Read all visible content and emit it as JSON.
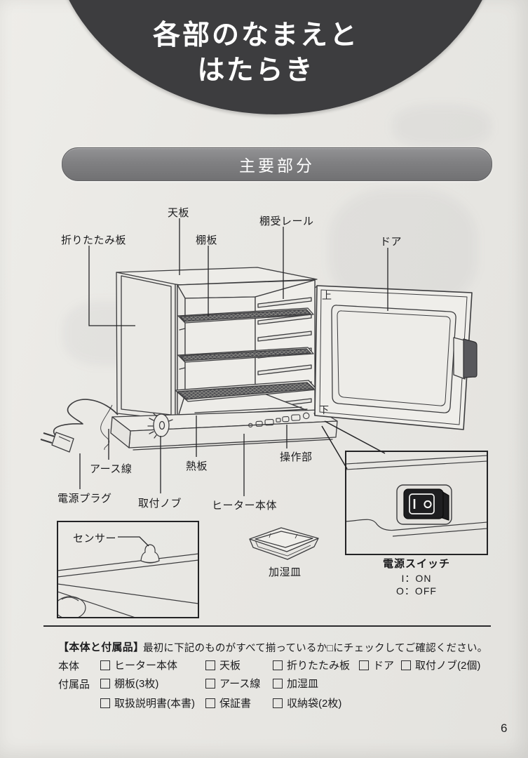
{
  "header": {
    "title_line1": "各部のなまえと",
    "title_line2": "はたらき"
  },
  "section": {
    "banner": "主要部分"
  },
  "diagram": {
    "labels": {
      "folding_plate": "折りたたみ板",
      "top_plate": "天板",
      "shelf_board": "棚板",
      "shelf_rail": "棚受レール",
      "door": "ドア",
      "earth_wire": "アース線",
      "power_plug": "電源プラグ",
      "mounting_knob": "取付ノブ",
      "heat_plate": "熱板",
      "heater_body": "ヒーター本体",
      "control_panel": "操作部",
      "sensor": "センサー",
      "humidify_tray": "加湿皿"
    },
    "door_marks": {
      "top": "上",
      "bottom": "下"
    },
    "power_switch": {
      "label": "電源スイッチ",
      "on": "I：ON",
      "off": "O：OFF"
    }
  },
  "checklist": {
    "heading": "【本体と付属品】",
    "instruction": "最初に下記のものがすべて揃っているか□にチェックしてご確認ください。",
    "rows": [
      {
        "category": "本体",
        "items": [
          "ヒーター本体",
          "天板",
          "折りたたみ板",
          "ドア",
          "取付ノブ(2個)"
        ]
      },
      {
        "category": "付属品",
        "items": [
          "棚板(3枚)",
          "アース線",
          "加湿皿"
        ]
      },
      {
        "category": "",
        "items": [
          "取扱説明書(本書)",
          "保証書",
          "収納袋(2枚)"
        ]
      }
    ]
  },
  "page_number": "6",
  "colors": {
    "paper": "#e8e7e3",
    "header_ellipse": "#3d3d3f",
    "banner_gray": "#7e7e80",
    "ink": "#1b1b1d",
    "line_art": "#3c3c3e",
    "switch_body": "#1e1e20"
  }
}
